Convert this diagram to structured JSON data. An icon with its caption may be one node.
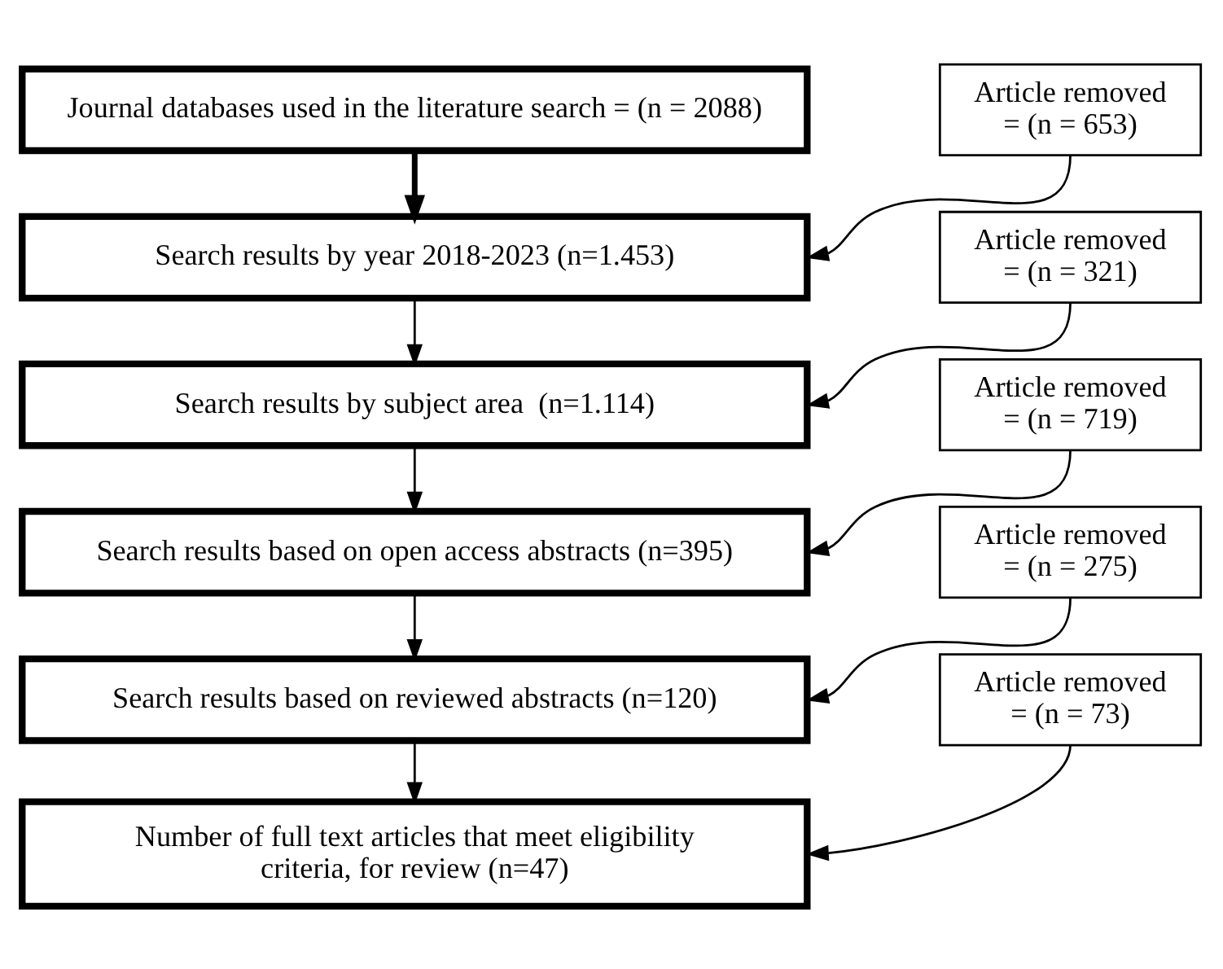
{
  "diagram": {
    "nodes": [
      {
        "text": [
          "Journal databases used in the literature search = (n = 2088)"
        ]
      },
      {
        "text": [
          "Article removed = (n = 653)"
        ]
      },
      {
        "text": [
          "Search results by year 2018-2023 (n=1.453)"
        ]
      },
      {
        "text": [
          "Article removed = (n = 321)"
        ]
      },
      {
        "text": [
          "Search results by subject area  (n=1.114)"
        ]
      },
      {
        "text": [
          "Article removed = (n = 719)"
        ]
      },
      {
        "text": [
          "Search results based on open access abstracts (n=395)"
        ]
      },
      {
        "text": [
          "Article removed = (n = 275)"
        ]
      },
      {
        "text": [
          "Search results based on reviewed abstracts (n=120)"
        ]
      },
      {
        "text": [
          "Article removed = (n = 73)"
        ]
      },
      {
        "text": [
          "Number of full text articles that meet eligibility  criteria, for review (n=47)"
        ]
      }
    ],
    "edges": [
      {
        "from": 0,
        "to": 2,
        "arrow": "to",
        "style": "thick"
      },
      {
        "from": 1,
        "to": 2,
        "arrow": "to"
      },
      {
        "from": 2,
        "to": 4,
        "arrow": "to"
      },
      {
        "from": 3,
        "to": 4,
        "arrow": "to"
      },
      {
        "from": 4,
        "to": 6,
        "arrow": "to"
      },
      {
        "from": 5,
        "to": 6,
        "arrow": "to"
      },
      {
        "from": 6,
        "to": 8,
        "arrow": "to"
      },
      {
        "from": 7,
        "to": 8,
        "arrow": "to"
      },
      {
        "from": 8,
        "to": 10,
        "arrow": "to"
      },
      {
        "from": 9,
        "to": 10,
        "arrow": "to"
      }
    ]
  }
}
